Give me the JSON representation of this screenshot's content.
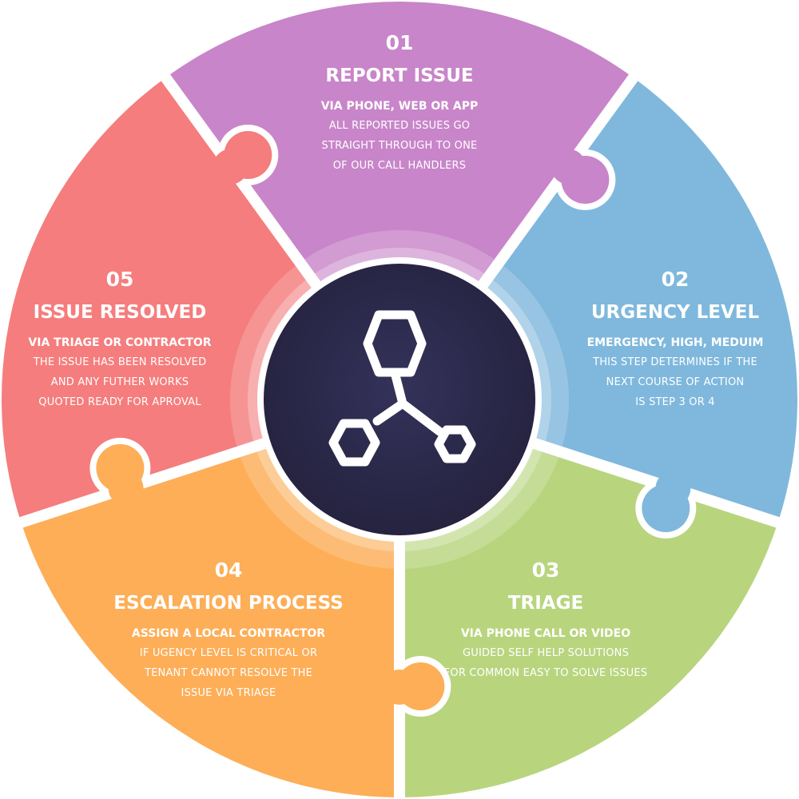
{
  "colors": {
    "step1": "#c885c9",
    "step2": "#7fb8dc",
    "step3": "#b8d57e",
    "step4": "#fdae57",
    "step5": "#f57d7d",
    "center": "#2e2c50",
    "logo": "#ffffff"
  },
  "center": {
    "icon": "molecule-hexagon-icon"
  },
  "steps": [
    {
      "number": "01",
      "title": "REPORT ISSUE",
      "subtitle": "VIA PHONE, WEB OR APP",
      "lines": [
        "ALL REPORTED ISSUES GO",
        "STRAIGHT THROUGH TO ONE",
        "OF OUR CALL HANDLERS"
      ]
    },
    {
      "number": "02",
      "title": "URGENCY LEVEL",
      "subtitle": "EMERGENCY, HIGH, MEDUIM",
      "lines": [
        "THIS STEP DETERMINES IF THE",
        "NEXT COURSE OF ACTION",
        "IS STEP 3 OR 4"
      ]
    },
    {
      "number": "03",
      "title": "TRIAGE",
      "subtitle": "VIA PHONE CALL OR VIDEO",
      "lines": [
        "GUIDED SELF HELP SOLUTIONS",
        "FOR COMMON EASY TO SOLVE ISSUES"
      ]
    },
    {
      "number": "04",
      "title": "ESCALATION PROCESS",
      "subtitle": "ASSIGN A LOCAL CONTRACTOR",
      "lines": [
        "IF UGENCY LEVEL IS CRITICAL OR",
        "TENANT CANNOT RESOLVE THE",
        "ISSUE VIA TRIAGE"
      ]
    },
    {
      "number": "05",
      "title": "ISSUE RESOLVED",
      "subtitle": "VIA TRIAGE OR CONTRACTOR",
      "lines": [
        "THE ISSUE HAS BEEN RESOLVED",
        "AND ANY FUTHER WORKS",
        "QUOTED READY FOR APROVAL"
      ]
    }
  ]
}
